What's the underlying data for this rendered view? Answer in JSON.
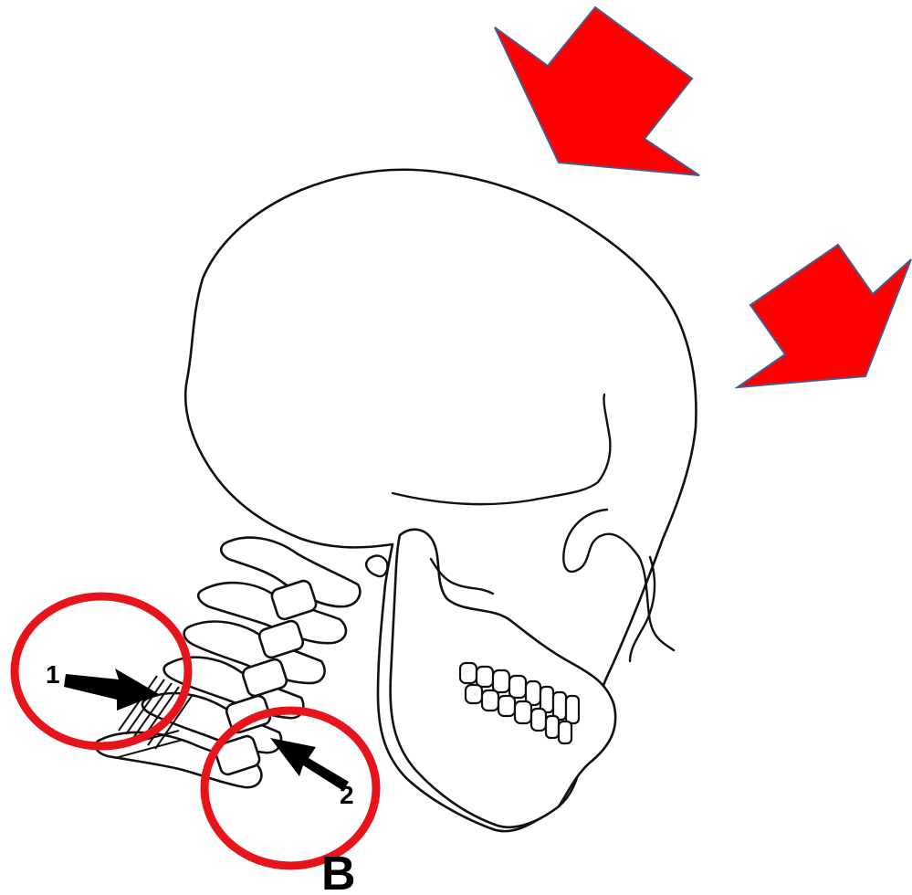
{
  "labels": {
    "figure_letter": "B",
    "marker_1": "1",
    "marker_2": "2"
  },
  "colors": {
    "arrow_red": "#ff0000",
    "arrow_edge": "#4a5a8a",
    "circle_red": "#e8141c",
    "ink": "#111111",
    "background": "#ffffff"
  },
  "icons": {
    "force_arrows": "red-block-arrow-icon",
    "pointer_arrows": "black-pointer-arrow-icon",
    "highlight": "red-circle-highlight"
  }
}
